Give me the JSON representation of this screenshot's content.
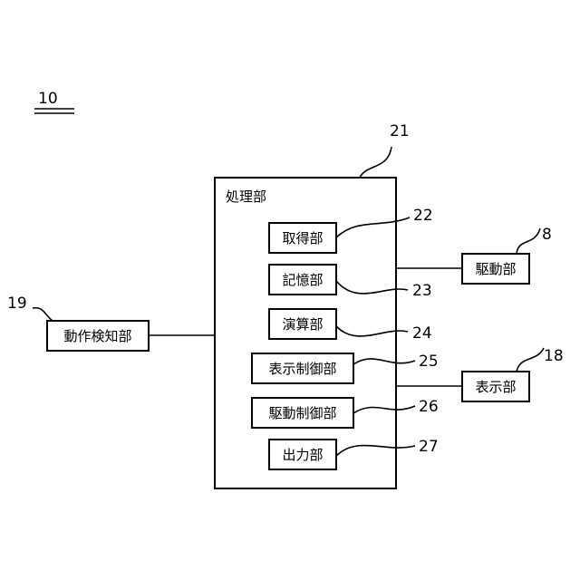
{
  "figure_number": "10",
  "processing_unit": {
    "ref": "21",
    "label": "処理部"
  },
  "internal_blocks": [
    {
      "ref": "22",
      "label": "取得部"
    },
    {
      "ref": "23",
      "label": "記憶部"
    },
    {
      "ref": "24",
      "label": "演算部"
    },
    {
      "ref": "25",
      "label": "表示制御部"
    },
    {
      "ref": "26",
      "label": "駆動制御部"
    },
    {
      "ref": "27",
      "label": "出力部"
    }
  ],
  "motion_detector": {
    "ref": "19",
    "label": "動作検知部"
  },
  "drive_unit": {
    "ref": "8",
    "label": "駆動部"
  },
  "display_unit": {
    "ref": "18",
    "label": "表示部"
  }
}
